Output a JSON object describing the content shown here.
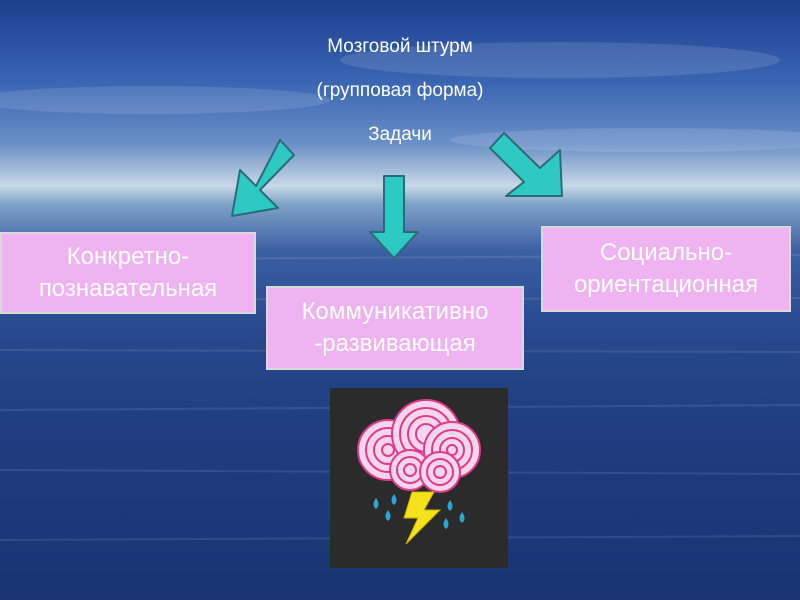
{
  "title": {
    "line1": "Мозговой штурм",
    "line2": "(групповая форма)",
    "line3": "Задачи"
  },
  "boxes": {
    "left": {
      "line1": "Конкретно-",
      "line2": "познавательная"
    },
    "center": {
      "line1": "Коммуникативно",
      "line2": "-развивающая"
    },
    "right": {
      "line1": "Социально-",
      "line2": "ориентационная"
    }
  },
  "icon": {
    "name": "storm-cloud-icon"
  },
  "colors": {
    "box_fill": "#f0b3f2",
    "arrow_fill": "#2ec9c3",
    "cloud": "#e03a8f",
    "lightning": "#f5e21c",
    "rain": "#2aa6d8"
  }
}
